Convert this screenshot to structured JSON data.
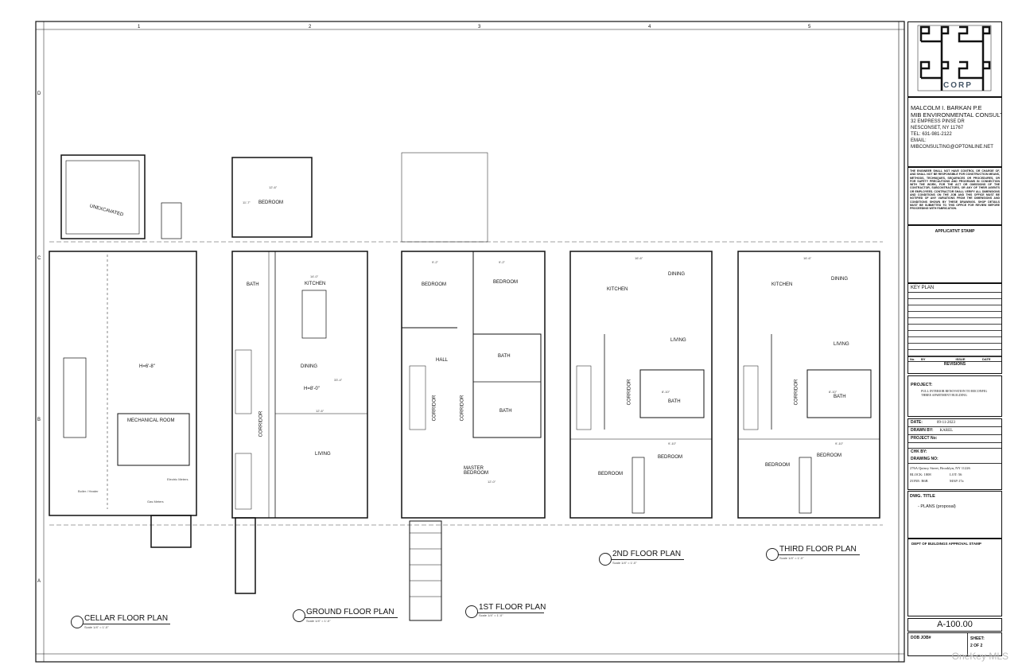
{
  "grid": {
    "columns": [
      "1",
      "2",
      "3",
      "4",
      "5"
    ],
    "rows": [
      "D",
      "C",
      "B",
      "A"
    ]
  },
  "plans": [
    {
      "title": "CELLAR  FLOOR PLAN",
      "scale": "Scale 1/4\" = 1'-0\"",
      "rooms": [
        "UNEXCAVATED",
        "MECHANICAL ROOM",
        "H=6'-8\"",
        "Boiler / Heater",
        "Electric Meters",
        "Gas Meters"
      ]
    },
    {
      "title": "GROUND FLOOR PLAN",
      "scale": "Scale 1/4\" = 1'-0\"",
      "rooms": [
        "BEDROOM",
        "BATH",
        "KITCHEN",
        "DINING",
        "LIVING",
        "CORRIDOR",
        "H=8'-0\""
      ],
      "dims": [
        "12'-6\"",
        "11'-7\"",
        "14'-0\"",
        "12'-6\"",
        "33'-4\""
      ]
    },
    {
      "title": "1ST FLOOR PLAN",
      "scale": "Scale 1/4\" = 1'-0\"",
      "rooms": [
        "BEDROOM",
        "BEDROOM",
        "HALL",
        "BATH",
        "BATH",
        "CORRIDOR",
        "CORRIDOR",
        "MASTER BEDROOM"
      ],
      "dims": [
        "9'-2\"",
        "9'-2\"",
        "12'-0\""
      ]
    },
    {
      "title": "2ND FLOOR PLAN",
      "scale": "Scale 1/4\" = 1'-0\"",
      "rooms": [
        "KITCHEN",
        "DINING",
        "LIVING",
        "CORRIDOR",
        "BATH",
        "BEDROOM",
        "BEDROOM"
      ],
      "dims": [
        "16'-6\"",
        "8'-10\"",
        "9'-10\""
      ]
    },
    {
      "title": "THIRD FLOOR  PLAN",
      "scale": "Scale 1/4\" = 1'-0\"",
      "rooms": [
        "KITCHEN",
        "DINING",
        "LIVING",
        "CORRIDOR",
        "BATH",
        "BEDROOM",
        "BEDROOM"
      ],
      "dims": [
        "16'-6\"",
        "8'-10\"",
        "9'-10\""
      ]
    }
  ],
  "title_block": {
    "logo_text": "CORP",
    "engineer": [
      "MALCOLM I. BARKAN P.E",
      "MIB ENVIRONMENTAL CONSULTING",
      "32 EMPRESS PINSE DR",
      "NESCONSET, NY  11767",
      "TEL: 631-981-2122",
      "EMAIL:",
      "MIBCONSULTING@OPTONLINE.NET"
    ],
    "disclaimer": "THE ENGINEER SHALL NOT HAVE CONTROL OR CHARGE OF, AND SHALL NOT BE RESPONSIBLE FOR CONSTRUCTION MEANS, METHODS, TECHNIQUES, SEQUENCES OR PROCEDURES, OR FOR SAFETY PRECAUTIONS AND PROGRAMS IN CONNECTION WITH THE WORK, FOR THE ACT OR OMISSIONS OF THE CONTRACTOR, SUBCONTRACTORS, OR ANY OF THEIR AGENTS OR EMPLOYEES. CONTRACTOR SHALL VERIFY ALL DIMENSIONS AND CONDITIONS ON THE JOB AND THIS OFFICE MUST BE NOTIFIED OF ANY VARIATIONS FROM THE DIMENSIONS AND CONDITIONS SHOWN BY THESE DRAWINGS. SHOP DETAILS MUST BE SUBMITTED TO THIS OFFICE FOR REVIEW BEFORE PROCEEDING WITH FABRICATION.",
    "applicant_stamp": "APPLICATNT   STAMP",
    "key_plan": "KEY PLAN",
    "revisions_headers": [
      "No.",
      "BY",
      "ISSUE",
      "DATE"
    ],
    "revisions_label": "REVISIONS",
    "project_label": "PROJECT:",
    "project": "FULL INTERIOR RENOVATION TO RECONFIG THREE APARTMENT BUILDING",
    "date_label": "DATE:",
    "date": "09-11-2023",
    "drawn_by_label": "DRAWN BY:",
    "drawn_by": "KAREL",
    "project_no_label": "PROJECT No:",
    "chk_by_label": "CHK BY:",
    "drawing_no_label": "DRAWING NO:",
    "address": "276A Quincy Street, Brooklyn, NY 11226",
    "block": "BLOCK: 1808",
    "lot": "LOT: 56",
    "zone": "ZONE: R6B",
    "map": "MAP:17a",
    "dwg_title_label": "DWG. TITLE",
    "dwg_title": "-  PLANS (proposal)",
    "dob_stamp": "DEPT OF BUILDINGS APPROVAL STAMP",
    "sheet_number": "A-100.00",
    "dob_job_label": "DOB JOB#",
    "sheet_label": "SHEET:",
    "sheet": "2 OF 2"
  },
  "watermark": "OneKey MLS"
}
